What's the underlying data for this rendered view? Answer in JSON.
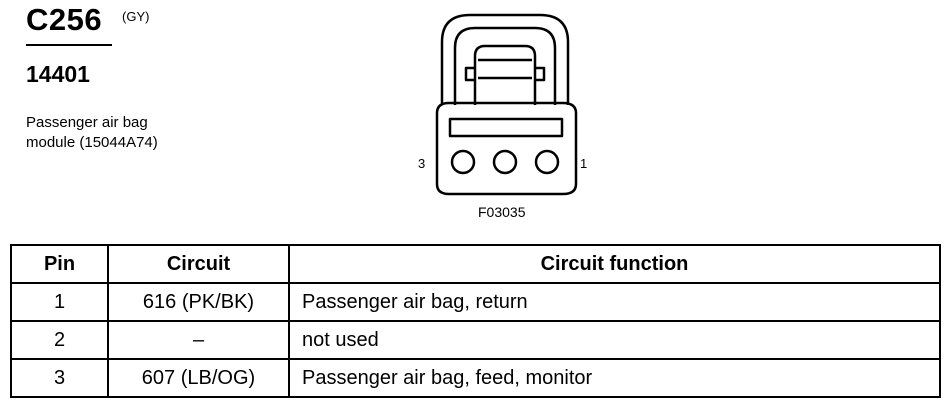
{
  "header": {
    "connector_id": "C256",
    "connector_color": "(GY)",
    "part_number": "14401",
    "component_name_line1": "Passenger air bag",
    "component_name_line2": "module (15044A74)"
  },
  "diagram": {
    "pin_left_label": "3",
    "pin_right_label": "1",
    "figure_code": "F03035",
    "pin_count": 3
  },
  "table": {
    "headers": {
      "pin": "Pin",
      "circuit": "Circuit",
      "function": "Circuit function"
    },
    "rows": [
      {
        "pin": "1",
        "circuit": "616 (PK/BK)",
        "function": "Passenger air bag, return"
      },
      {
        "pin": "2",
        "circuit": "–",
        "function": "not used"
      },
      {
        "pin": "3",
        "circuit": "607 (LB/OG)",
        "function": "Passenger air bag, feed, monitor"
      }
    ]
  }
}
